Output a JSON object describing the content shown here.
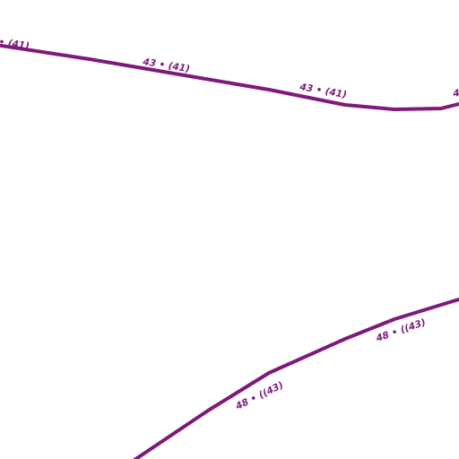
{
  "map": {
    "road_color": "#7d1a7a",
    "roads": [
      {
        "id": "upper",
        "labels": [
          "43 •  (41)",
          "43 •  (41)",
          "43 •  (41)",
          "4"
        ]
      },
      {
        "id": "lower",
        "labels": [
          "48 •  ((43)",
          "48 •  ((43)"
        ]
      }
    ]
  }
}
